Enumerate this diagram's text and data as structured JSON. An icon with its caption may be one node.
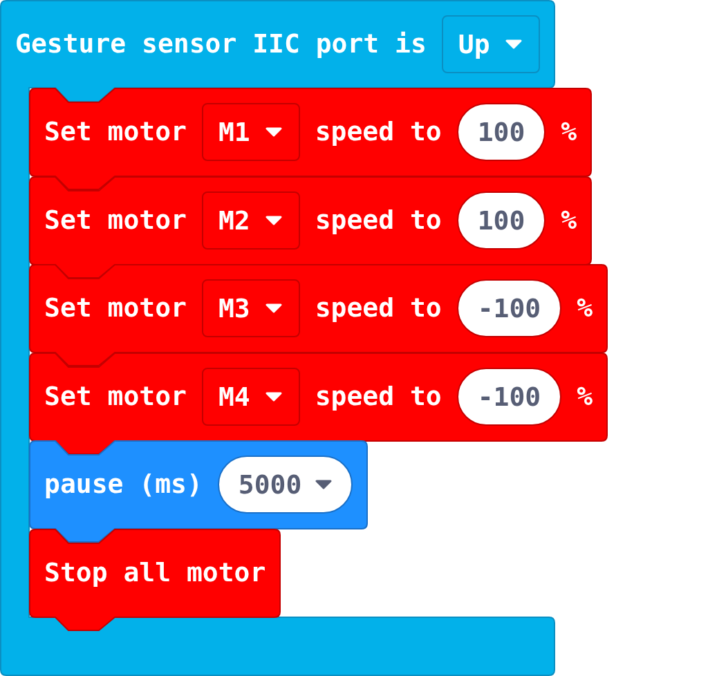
{
  "diagram": {
    "nodes": [
      {
        "text": [
          "Gesture sensor IIC port is"
        ]
      },
      {
        "text": [
          "Up"
        ],
        "in": 0
      },
      {
        "text": [
          "Set motor",
          "speed to",
          "%"
        ],
        "in": 0
      },
      {
        "text": [
          "M1"
        ],
        "in": 2
      },
      {
        "text": [
          "100"
        ],
        "in": 2
      },
      {
        "text": [
          "Set motor",
          "speed to",
          "%"
        ],
        "in": 0
      },
      {
        "text": [
          "M2"
        ],
        "in": 5
      },
      {
        "text": [
          "100"
        ],
        "in": 5
      },
      {
        "text": [
          "Set motor",
          "speed to",
          "%"
        ],
        "in": 0
      },
      {
        "text": [
          "M3"
        ],
        "in": 8
      },
      {
        "text": [
          "-100"
        ],
        "in": 8
      },
      {
        "text": [
          "Set motor",
          "speed to",
          "%"
        ],
        "in": 0
      },
      {
        "text": [
          "M4"
        ],
        "in": 11
      },
      {
        "text": [
          "-100"
        ],
        "in": 11
      },
      {
        "text": [
          "pause (ms)"
        ],
        "in": 0
      },
      {
        "text": [
          "5000"
        ],
        "in": 14
      },
      {
        "text": [
          "Stop all motor"
        ],
        "in": 0
      }
    ]
  }
}
